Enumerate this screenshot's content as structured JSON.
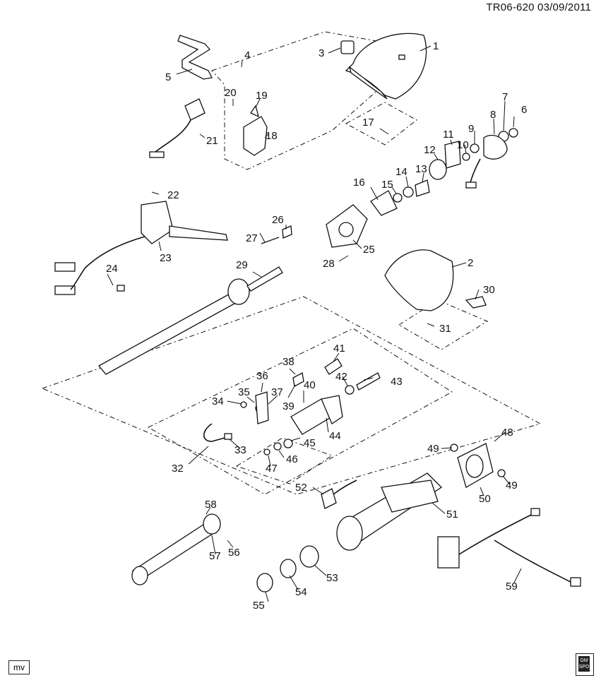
{
  "header": {
    "doc_id": "TR06-620  03/09/2011"
  },
  "footer": {
    "code": "mv",
    "logo_text": "GM SPO"
  },
  "callouts": {
    "c1": "1",
    "c2": "2",
    "c3": "3",
    "c4": "4",
    "c5": "5",
    "c6": "6",
    "c7": "7",
    "c8": "8",
    "c9": "9",
    "c10": "10",
    "c11": "11",
    "c12": "12",
    "c13": "13",
    "c14": "14",
    "c15": "15",
    "c16": "16",
    "c17": "17",
    "c18": "18",
    "c19": "19",
    "c20": "20",
    "c21": "21",
    "c22": "22",
    "c23": "23",
    "c24": "24",
    "c25": "25",
    "c26": "26",
    "c27": "27",
    "c28": "28",
    "c29": "29",
    "c30": "30",
    "c31": "31",
    "c32": "32",
    "c33": "33",
    "c34": "34",
    "c35": "35",
    "c36": "36",
    "c37": "37",
    "c38": "38",
    "c39": "39",
    "c40": "40",
    "c41": "41",
    "c42": "42",
    "c43": "43",
    "c44": "44",
    "c45": "45",
    "c46": "46",
    "c47": "47",
    "c48": "48",
    "c49a": "49",
    "c49b": "49",
    "c50": "50",
    "c51": "51",
    "c52": "52",
    "c53": "53",
    "c54": "54",
    "c55": "55",
    "c56": "56",
    "c57": "57",
    "c58": "58",
    "c59": "59"
  }
}
